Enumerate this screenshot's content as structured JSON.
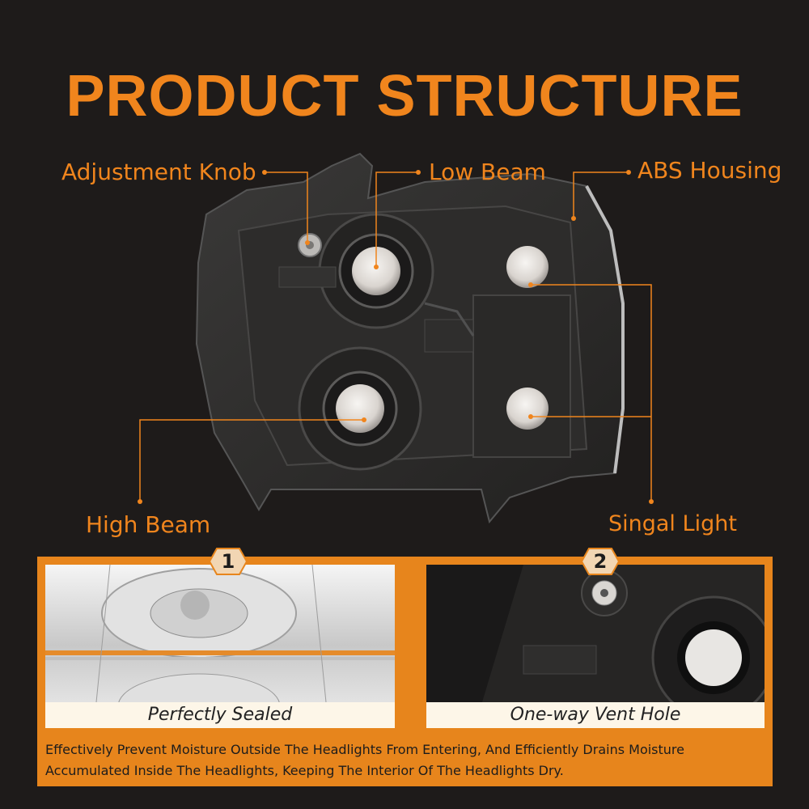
{
  "title": "PRODUCT STRUCTURE",
  "labels": {
    "adjustment_knob": "Adjustment Knob",
    "low_beam": "Low Beam",
    "abs_housing": "ABS Housing",
    "high_beam": "High Beam",
    "signal_light": "Singal Light"
  },
  "features": [
    {
      "number": "1",
      "caption": "Perfectly Sealed"
    },
    {
      "number": "2",
      "caption": "One-way Vent Hole"
    }
  ],
  "description": "Effectively Prevent Moisture Outside The Headlights From Entering, And Efficiently Drains Moisture Accumulated Inside The Headlights, Keeping The Interior Of The Headlights Dry.",
  "colors": {
    "background": "#1e1b1a",
    "accent": "#f0851d",
    "panel": "#e7851c",
    "caption_bg": "#fdf6e8"
  }
}
